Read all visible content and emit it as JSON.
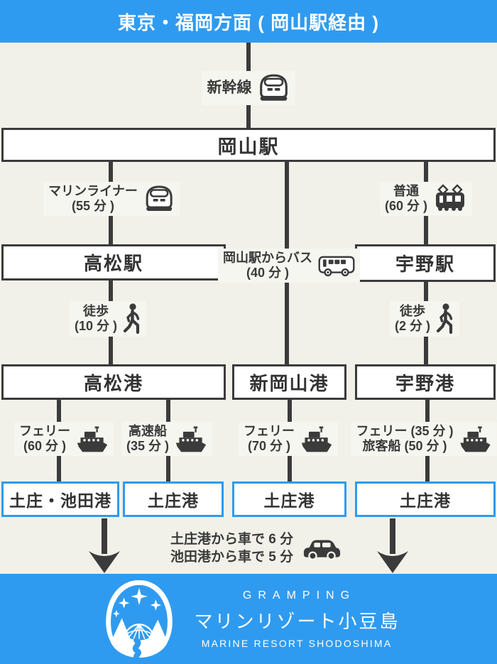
{
  "header": {
    "title": "東京・福岡方面 ( 岡山駅経由 )"
  },
  "colors": {
    "accent_blue": "#2F9BF0",
    "line_dark": "#3B3B3B",
    "background": "#F1F1EA",
    "node_background": "#FFFFFF",
    "text_dark": "#333333"
  },
  "legs": {
    "shinkansen": {
      "line1": "新幹線",
      "icon": "shinkansen-icon"
    },
    "marine_liner": {
      "line1": "マリンライナー",
      "line2": "(55 分 )",
      "icon": "shinkansen-icon"
    },
    "local_train": {
      "line1": "普通",
      "line2": "(60 分 )",
      "icon": "local-train-icon"
    },
    "bus": {
      "line1": "岡山駅からバス",
      "line2": "(40 分 )",
      "icon": "bus-icon"
    },
    "walk_takamatsu": {
      "line1": "徒歩",
      "line2": "(10 分 )",
      "icon": "walk-icon"
    },
    "walk_uno": {
      "line1": "徒歩",
      "line2": "(2 分 )",
      "icon": "walk-icon"
    },
    "ferry_takamatsu": {
      "line1": "フェリー",
      "line2": "(60 分 )",
      "icon": "ferry-icon"
    },
    "speedboat_takamatsu": {
      "line1": "高速船",
      "line2": "(35 分 )",
      "icon": "ferry-icon"
    },
    "ferry_shin_okayama": {
      "line1": "フェリー",
      "line2": "(70 分 )",
      "icon": "ferry-icon"
    },
    "ferry_uno": {
      "line1": "フェリー (35 分 )",
      "line2": "旅客船 (50 分 )",
      "icon": "ferry-icon"
    }
  },
  "nodes": {
    "okayama_station": "岡山駅",
    "takamatsu_station": "高松駅",
    "uno_station": "宇野駅",
    "takamatsu_port": "高松港",
    "shin_okayama_port": "新岡山港",
    "uno_port": "宇野港"
  },
  "destinations": [
    "土庄・池田港",
    "土庄港",
    "土庄港",
    "土庄港"
  ],
  "car_note": {
    "line1": "土庄港から車で 6 分",
    "line2": "池田港から車で 5 分",
    "icon": "car-icon"
  },
  "footer": {
    "brand_en": "GRAMPING",
    "brand_jp": "マリンリゾート小豆島",
    "brand_sub": "MARINE RESORT SHODOSHIMA",
    "logo": "resort-logo"
  }
}
